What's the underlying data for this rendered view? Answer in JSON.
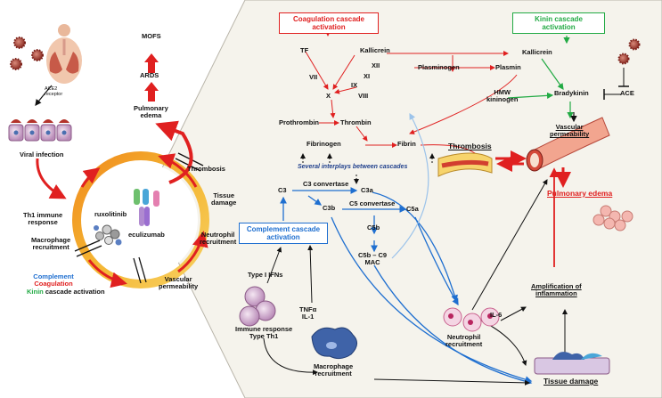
{
  "colors": {
    "coagulation": "#e02020",
    "kinin": "#22aa44",
    "complement": "#1f6fd0",
    "panel": "#f5f3ec"
  },
  "left": {
    "ace2": "ACE2\nreceptor",
    "viral_infection": "Viral infection",
    "mofs": "MOFS",
    "ards": "ARDS",
    "pulmonary_edema": "Pulmonary\nedema",
    "thrombosis": "Thrombosis",
    "tissue_damage": "Tissue\ndamage",
    "neutrophil_recruitment": "Neutrophil\nrecruitment",
    "vascular_permeability": "Vascular\npermeability",
    "th1": "Th1 immune\nresponse",
    "macrophage_recruitment": "Macrophage\nrecruitment",
    "ruxolitinib": "ruxolitinib",
    "eculizumab": "eculizumab",
    "legend": {
      "complement": "Complement",
      "coagulation": "Coagulation",
      "kinin": "Kinin",
      "cascade_activation": "cascade\nactivation"
    }
  },
  "right": {
    "coag_box": "Coagulation cascade\nactivation",
    "kinin_box": "Kinin cascade\nactivation",
    "complement_box": "Complement cascade\nactivation",
    "tf": "TF",
    "vii": "VII",
    "kallicrein": "Kallicrein",
    "xii": "XII",
    "xi": "XI",
    "ix": "IX",
    "x": "X",
    "viii": "VIII",
    "prothrombin": "Prothrombin",
    "thrombin": "Thrombin",
    "fibrinogen": "Fibrinogen",
    "fibrin": "Fibrin",
    "plasminogen": "Plasminogen",
    "plasmin": "Plasmin",
    "kallicrein2": "Kallicrein",
    "hmw": "HMW\nkininogen",
    "bradykinin": "Bradykinin",
    "ace": "ACE",
    "vascular_perm": "Vascular\npermeability",
    "thrombosis": "Thrombosis",
    "pulmonary_edema": "Pulmonary edema",
    "interplay": "Several interplays between cascades",
    "c3": "C3",
    "c3_convertase": "C3 convertase",
    "c3a": "C3a",
    "c3b": "C3b",
    "c5_convertase": "C5 convertase",
    "c5a": "C5a",
    "c5b": "C5b",
    "c5b_c9": "C5b – C9\nMAC",
    "type1_ifns": "Type I IFNs",
    "tnfa": "TNFα\nIL-1",
    "immune": "Immune response\nType Th1",
    "macrophage": "Macrophage\nrecruitment",
    "neutrophil": "Neutrophil\nrecruitment",
    "il6": "IL-6",
    "amplification": "Amplification of\ninflammation",
    "tissue_damage": "Tissue damage"
  }
}
